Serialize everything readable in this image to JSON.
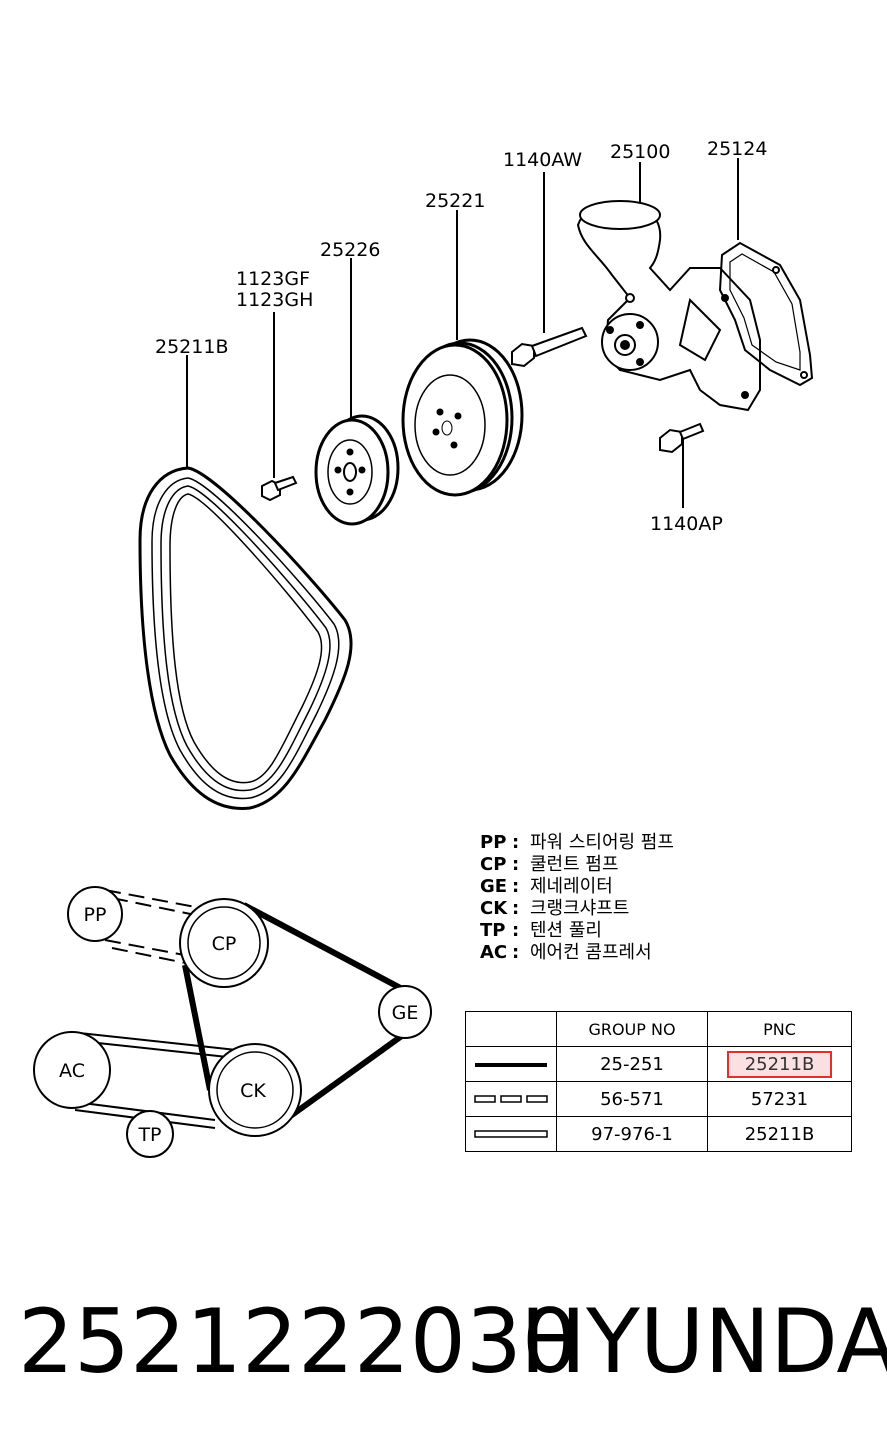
{
  "part_labels": {
    "belt": "25211B",
    "bolt_small": "1123GF",
    "bolt_small_alt": "1123GH",
    "pulley_small": "25226",
    "pulley_large": "25221",
    "bolt_long": "1140AW",
    "water_pump": "25100",
    "gasket": "25124",
    "bolt_lower": "1140AP"
  },
  "schematic_nodes": {
    "pp": "PP",
    "cp": "CP",
    "ge": "GE",
    "ac": "AC",
    "ck": "CK",
    "tp": "TP"
  },
  "legend": [
    {
      "code": "PP",
      "name": "파워 스티어링 펌프"
    },
    {
      "code": "CP",
      "name": "쿨런트 펌프"
    },
    {
      "code": "GE",
      "name": "제네레이터"
    },
    {
      "code": "CK",
      "name": "크랭크샤프트"
    },
    {
      "code": "TP",
      "name": "텐션 풀리"
    },
    {
      "code": "AC",
      "name": "에어컨 콤프레서"
    }
  ],
  "legend_separator": ":",
  "table": {
    "header_group": "GROUP NO",
    "header_pnc": "PNC",
    "rows": [
      {
        "line_style": "solid-thick",
        "group": "25-251",
        "pnc": "25211B",
        "highlighted": true
      },
      {
        "line_style": "dashed-double",
        "group": "56-571",
        "pnc": "57231",
        "highlighted": false
      },
      {
        "line_style": "double",
        "group": "97-976-1",
        "pnc": "25211B",
        "highlighted": false
      }
    ]
  },
  "footer": {
    "part_number": "2521222030",
    "brand": "HYUNDAI"
  },
  "colors": {
    "highlight_border": "#e0302b",
    "highlight_fill": "#fbe0e3"
  }
}
